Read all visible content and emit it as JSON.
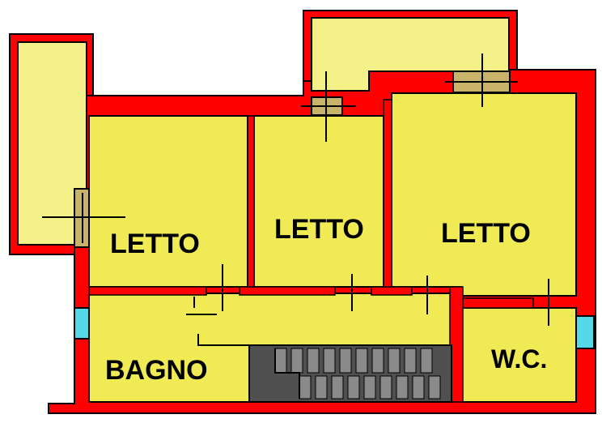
{
  "floor_plan": {
    "rooms": [
      {
        "id": "bedroom-left",
        "label": "LETTO"
      },
      {
        "id": "bedroom-middle",
        "label": "LETTO"
      },
      {
        "id": "bedroom-right",
        "label": "LETTO"
      },
      {
        "id": "bathroom",
        "label": "BAGNO"
      },
      {
        "id": "wc",
        "label": "W.C."
      }
    ]
  },
  "colors": {
    "wall": "#ff0000",
    "wall_outline": "#000000",
    "floor": "#f0eb55",
    "balcony": "#f4f189",
    "window": "#c9b36b",
    "window_side": "#55d8e8",
    "stairs": "#505050",
    "stair_step": "#8a8a8a"
  }
}
